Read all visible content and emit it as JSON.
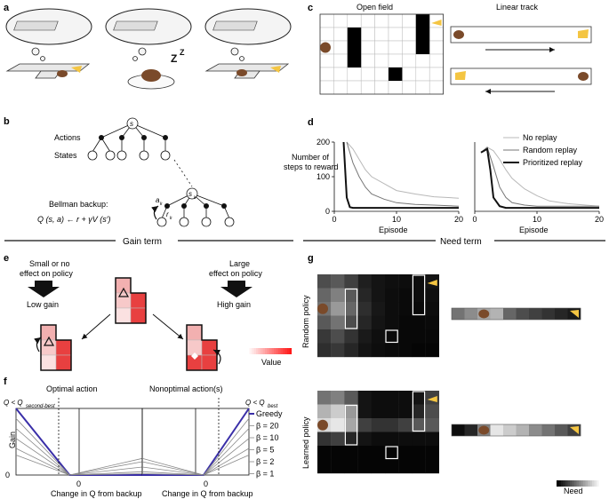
{
  "panels": {
    "a": {
      "letter": "a"
    },
    "b": {
      "letter": "b",
      "root_label": "s",
      "actions_label": "Actions",
      "states_label": "States",
      "sub_root_label": "s",
      "sub_root_sub": "k",
      "ak_label": "a",
      "ak_sub": "k",
      "rk_label": "r",
      "rk_sub": "k",
      "bellman_title": "Bellman backup:",
      "bellman_eq": "Q (s, a) ← r + γV (s′)",
      "gain_term": "Gain term"
    },
    "c": {
      "letter": "c",
      "open_field_title": "Open field",
      "linear_track_title": "Linear track"
    },
    "d": {
      "letter": "d",
      "ylabel_line1": "Number of",
      "ylabel_line2": "steps to reward",
      "xlabel": "Episode",
      "y_ticks": [
        "0",
        "100",
        "200"
      ],
      "x_ticks": [
        "0",
        "10",
        "20"
      ],
      "need_term": "Need term"
    },
    "e": {
      "letter": "e",
      "small_effect_line1": "Small or no",
      "small_effect_line2": "effect on policy",
      "low_gain": "Low gain",
      "large_effect_line1": "Large",
      "large_effect_line2": "effect on policy",
      "high_gain": "High gain",
      "value_label": "Value"
    },
    "f": {
      "letter": "f",
      "optimal_title": "Optimal action",
      "nonoptimal_title": "Nonoptimal action(s)",
      "q_left": "Q < Q",
      "q_left_sub": "second-best",
      "q_right": "Q < Q",
      "q_right_sub": "best",
      "ylabel": "Gain",
      "y_zero": "0",
      "x_zero": "0",
      "xlabel": "Change in Q from backup"
    },
    "g": {
      "letter": "g",
      "random_policy": "Random policy",
      "learned_policy": "Learned policy",
      "need_label": "Need"
    }
  },
  "chart_data": [
    {
      "type": "line",
      "title": "Open field",
      "xlabel": "Episode",
      "ylabel": "Number of steps to reward",
      "xlim": [
        0,
        20
      ],
      "ylim": [
        0,
        200
      ],
      "series": [
        {
          "name": "No replay",
          "x": [
            2,
            3,
            4,
            5,
            6,
            8,
            10,
            13,
            16,
            20
          ],
          "y": [
            200,
            180,
            150,
            120,
            100,
            80,
            60,
            50,
            42,
            38
          ]
        },
        {
          "name": "Random replay",
          "x": [
            2,
            3,
            4,
            5,
            6,
            8,
            10,
            13,
            16,
            20
          ],
          "y": [
            200,
            140,
            100,
            70,
            50,
            35,
            25,
            20,
            18,
            15
          ]
        },
        {
          "name": "Prioritized replay",
          "x": [
            1.5,
            2,
            2.5,
            3,
            5,
            10,
            20
          ],
          "y": [
            200,
            40,
            12,
            10,
            10,
            10,
            10
          ]
        }
      ]
    },
    {
      "type": "line",
      "title": "Linear track",
      "xlabel": "Episode",
      "ylabel": "Number of steps to reward",
      "xlim": [
        0,
        20
      ],
      "ylim": [
        0,
        200
      ],
      "series": [
        {
          "name": "No replay",
          "x": [
            1,
            2,
            3,
            4,
            5,
            6,
            8,
            10,
            12,
            15,
            20
          ],
          "y": [
            170,
            185,
            175,
            150,
            120,
            95,
            65,
            45,
            30,
            22,
            15
          ]
        },
        {
          "name": "Random replay",
          "x": [
            1,
            2,
            3,
            4,
            5,
            6,
            8,
            10,
            20
          ],
          "y": [
            170,
            185,
            130,
            70,
            40,
            25,
            18,
            15,
            15
          ]
        },
        {
          "name": "Prioritized replay",
          "x": [
            1,
            2,
            2.5,
            3,
            4,
            5,
            10,
            20
          ],
          "y": [
            170,
            180,
            120,
            40,
            15,
            10,
            10,
            10
          ]
        }
      ]
    },
    {
      "type": "line",
      "title": "Optimal action",
      "xlabel": "Change in Q from backup",
      "ylabel": "Gain",
      "series": [
        {
          "name": "Greedy",
          "x": [
            -1,
            -0.15,
            1
          ],
          "y": [
            1,
            0,
            0
          ]
        },
        {
          "name": "β = 20",
          "x": [
            -1,
            -0.15,
            1
          ],
          "y": [
            0.85,
            0,
            0.02
          ]
        },
        {
          "name": "β = 10",
          "x": [
            -1,
            -0.15,
            1
          ],
          "y": [
            0.7,
            0,
            0.05
          ]
        },
        {
          "name": "β = 5",
          "x": [
            -1,
            -0.15,
            1
          ],
          "y": [
            0.55,
            0,
            0.12
          ]
        },
        {
          "name": "β = 2",
          "x": [
            -1,
            -0.15,
            1
          ],
          "y": [
            0.4,
            0,
            0.2
          ]
        },
        {
          "name": "β = 1",
          "x": [
            -1,
            -0.15,
            1
          ],
          "y": [
            0.3,
            0,
            0.25
          ]
        }
      ]
    },
    {
      "type": "line",
      "title": "Nonoptimal action(s)",
      "xlabel": "Change in Q from backup",
      "ylabel": "Gain",
      "series": [
        {
          "name": "Greedy",
          "x": [
            -1,
            0.15,
            1
          ],
          "y": [
            0,
            0,
            1
          ]
        },
        {
          "name": "β = 20",
          "x": [
            -1,
            0.15,
            1
          ],
          "y": [
            0.02,
            0,
            0.85
          ]
        },
        {
          "name": "β = 10",
          "x": [
            -1,
            0.15,
            1
          ],
          "y": [
            0.05,
            0,
            0.7
          ]
        },
        {
          "name": "β = 5",
          "x": [
            -1,
            0.15,
            1
          ],
          "y": [
            0.12,
            0,
            0.55
          ]
        },
        {
          "name": "β = 2",
          "x": [
            -1,
            0.15,
            1
          ],
          "y": [
            0.2,
            0,
            0.4
          ]
        },
        {
          "name": "β = 1",
          "x": [
            -1,
            0.15,
            1
          ],
          "y": [
            0.25,
            0,
            0.3
          ]
        }
      ]
    }
  ]
}
